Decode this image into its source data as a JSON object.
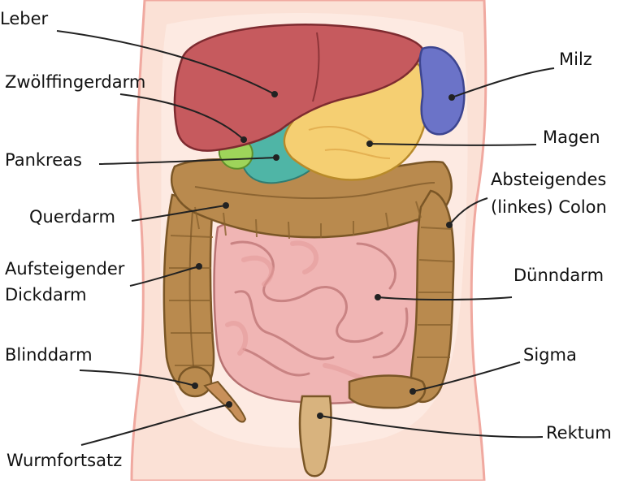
{
  "labels": {
    "leber": "Leber",
    "zwoelffingerdarm": "Zwölffingerdarm",
    "pankreas": "Pankreas",
    "querdarm": "Querdarm",
    "aufsteigender_1": "Aufsteigender",
    "aufsteigender_2": "Dickdarm",
    "blinddarm": "Blinddarm",
    "wurmfortsatz": "Wurmfortsatz",
    "milz": "Milz",
    "magen": "Magen",
    "absteigendes_1": "Absteigendes",
    "absteigendes_2": "(linkes) Colon",
    "duenndarm": "Dünndarm",
    "sigma": "Sigma",
    "rektum": "Rektum"
  },
  "colors": {
    "skin": "#fbe1d6",
    "skin_outline": "#f0a9a0",
    "liver": "#c65a5e",
    "spleen": "#6b73c8",
    "stomach": "#f5cf72",
    "pancreas": "#4fb5a6",
    "gallbladder": "#9ed45a",
    "colon": "#b98a4e",
    "small_intestine": "#f0b5b4",
    "rectum": "#d8b37e"
  }
}
